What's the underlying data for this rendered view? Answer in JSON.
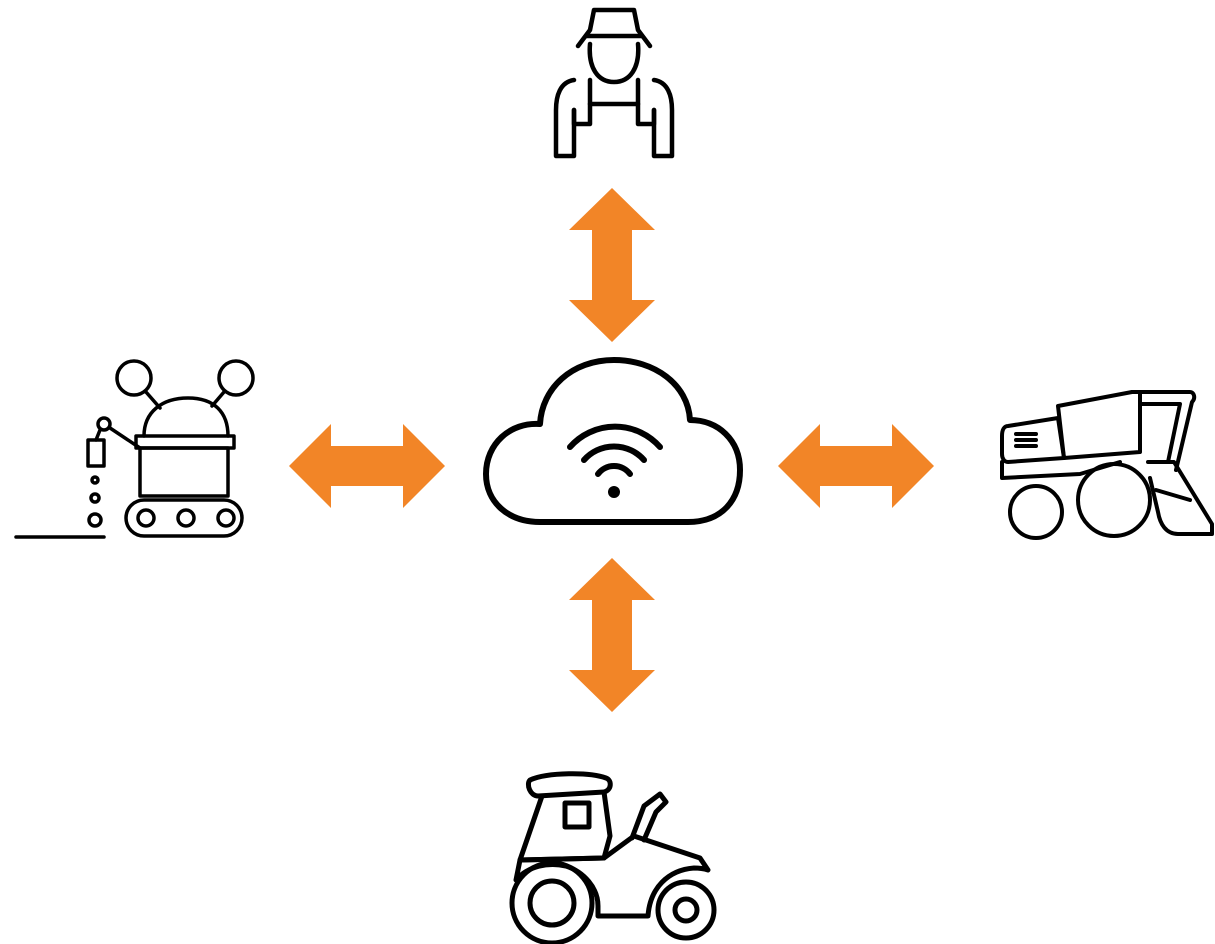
{
  "diagram": {
    "hub": {
      "icon": "cloud-wifi-icon"
    },
    "nodes": [
      {
        "id": "farmer",
        "icon": "farmer-icon"
      },
      {
        "id": "robot",
        "icon": "seeding-robot-icon"
      },
      {
        "id": "harvester",
        "icon": "combine-harvester-icon"
      },
      {
        "id": "tractor",
        "icon": "tractor-icon"
      }
    ],
    "connectors": [
      {
        "from": "hub",
        "to": "farmer",
        "direction": "bidirectional"
      },
      {
        "from": "hub",
        "to": "robot",
        "direction": "bidirectional"
      },
      {
        "from": "hub",
        "to": "harvester",
        "direction": "bidirectional"
      },
      {
        "from": "hub",
        "to": "tractor",
        "direction": "bidirectional"
      }
    ],
    "colors": {
      "arrow": "#F28527",
      "line": "#000000",
      "background": "#FFFFFF"
    }
  }
}
